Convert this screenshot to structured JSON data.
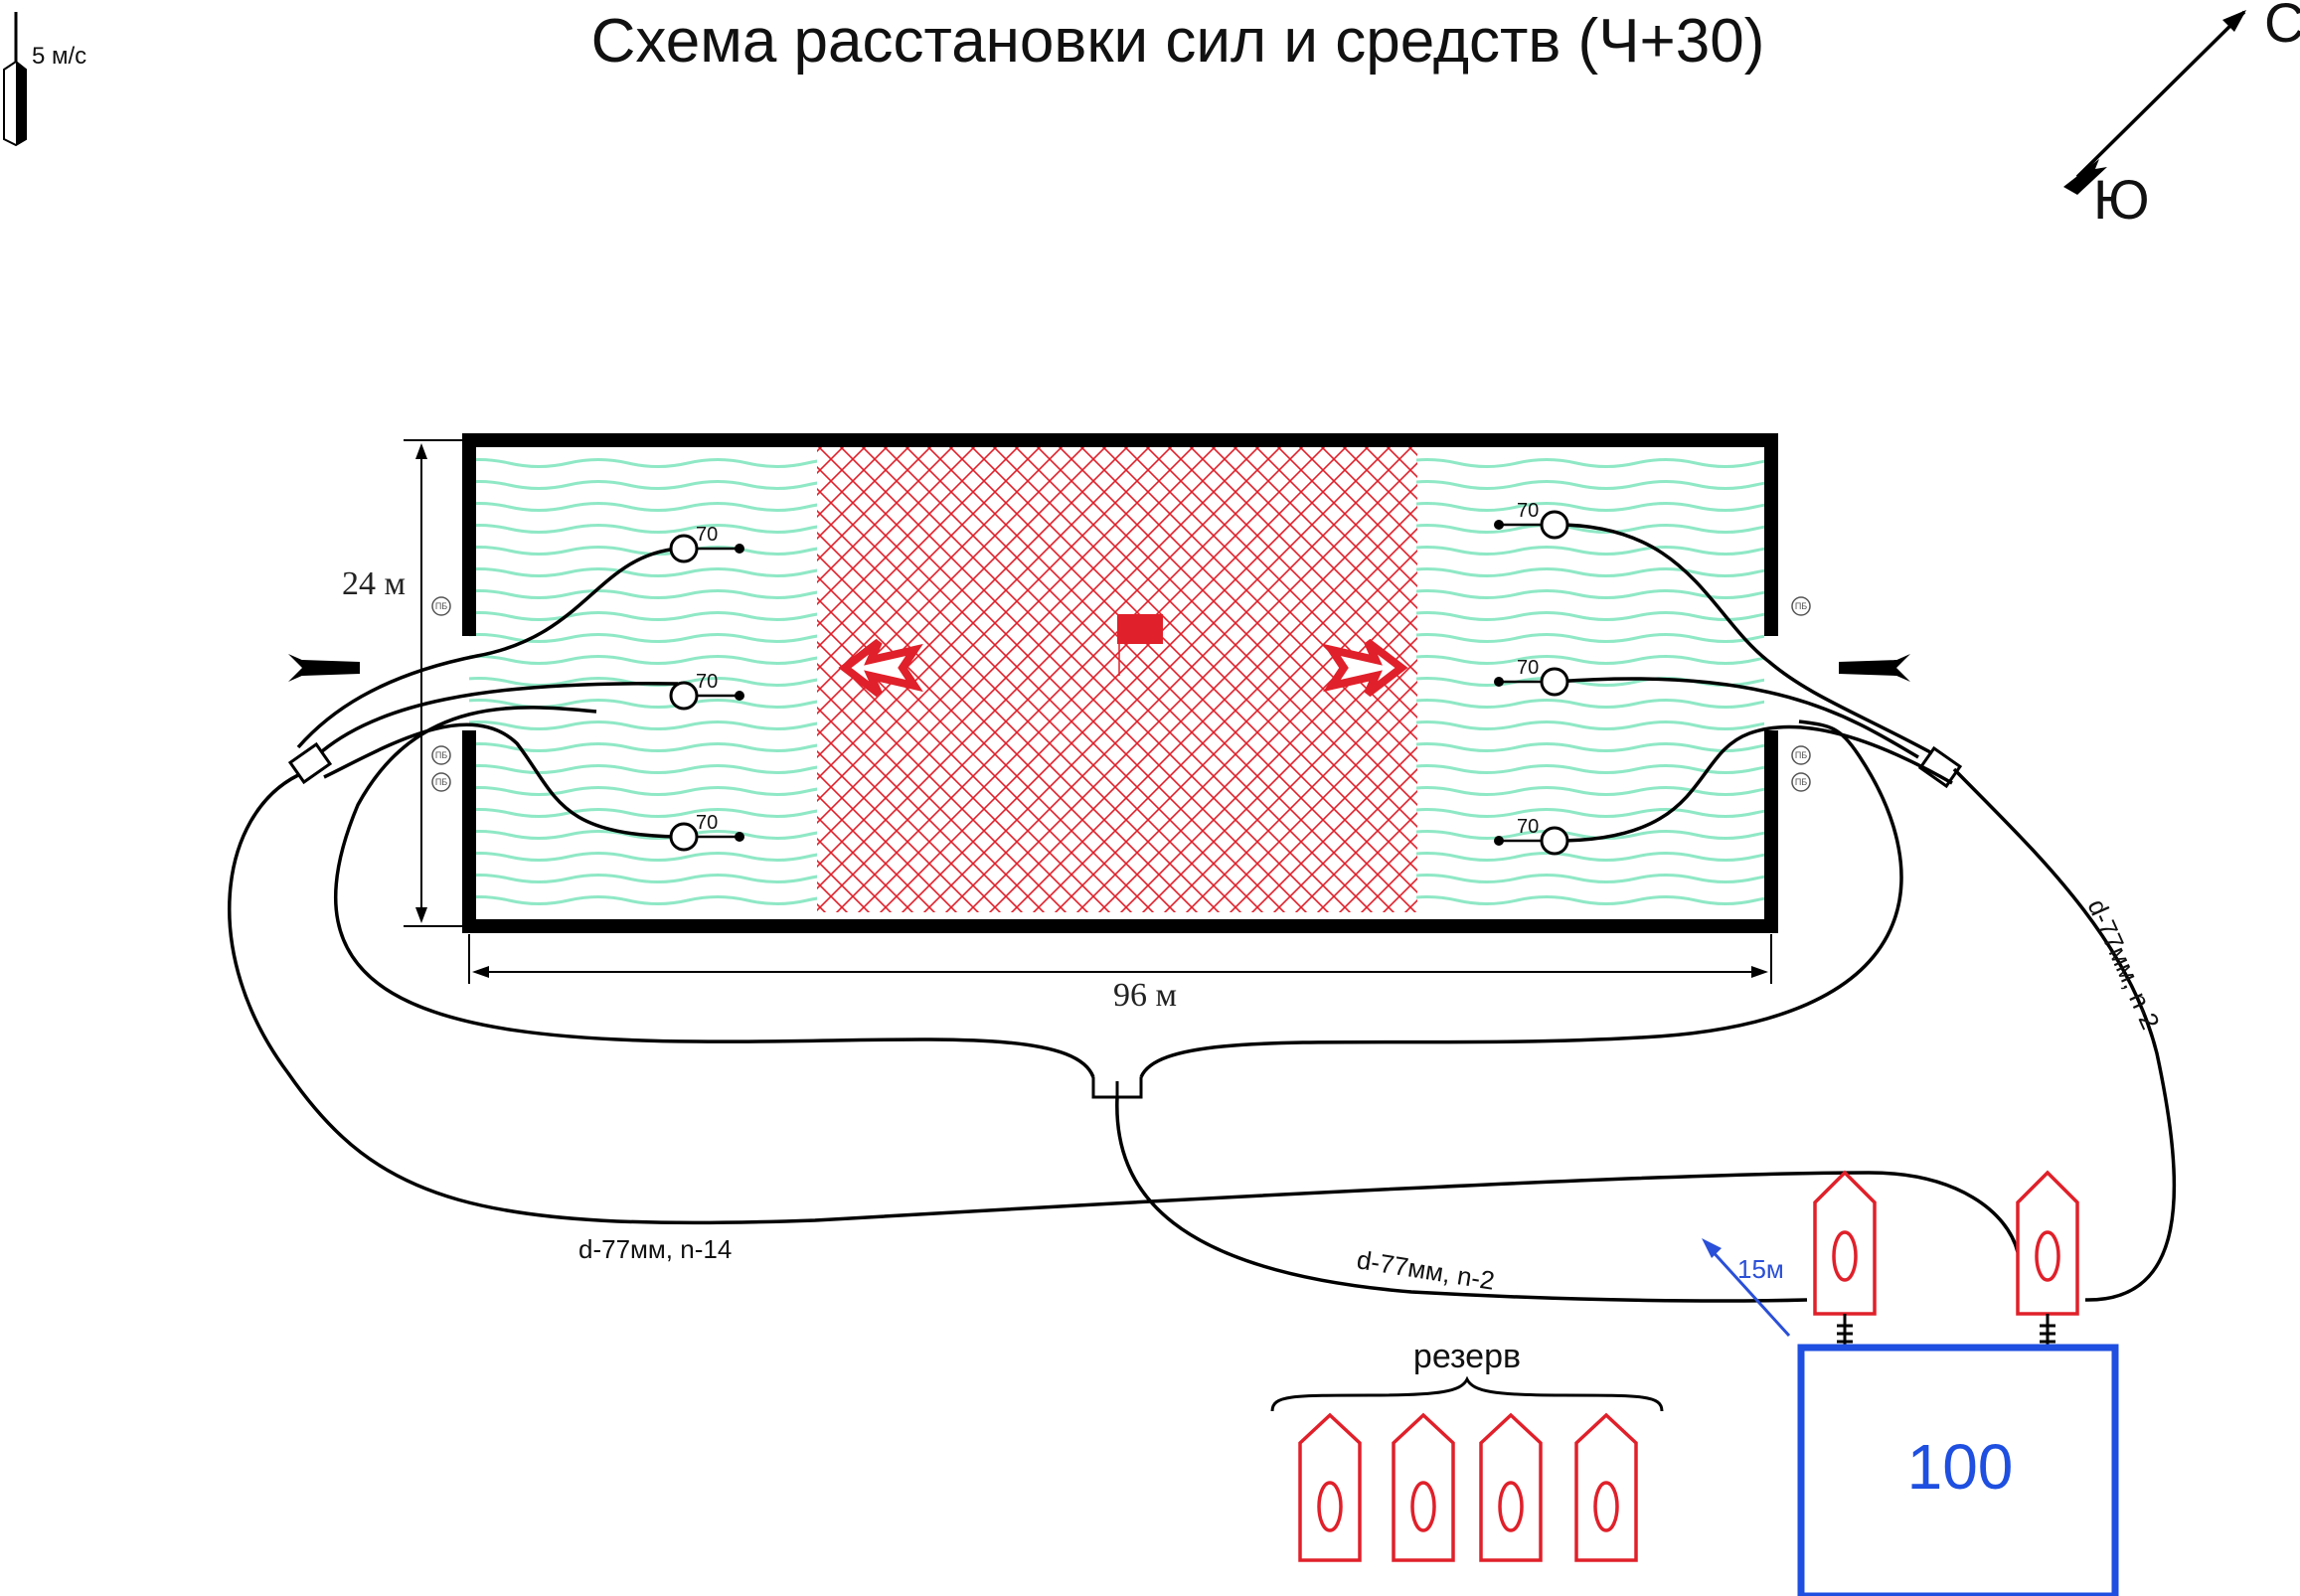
{
  "title": "Схема расстановки сил и средств (Ч+30)",
  "wind": {
    "label": "5 м/с"
  },
  "compass": {
    "north": "С",
    "south": "Ю"
  },
  "dimensions": {
    "height": "24 м",
    "width": "96 м"
  },
  "nozzles": [
    {
      "label": "70"
    },
    {
      "label": "70"
    },
    {
      "label": "70"
    },
    {
      "label": "70"
    },
    {
      "label": "70"
    },
    {
      "label": "70"
    }
  ],
  "hydrant_marks": [
    {
      "label": "ПБ"
    },
    {
      "label": "ПБ"
    },
    {
      "label": "ПБ"
    },
    {
      "label": "ПБ"
    },
    {
      "label": "ПБ"
    },
    {
      "label": "ПБ"
    }
  ],
  "hose_lines": [
    {
      "label": "d-77мм, n-14"
    },
    {
      "label": "d-77мм, n-2"
    },
    {
      "label": "d-77мм, n-2"
    }
  ],
  "distance": {
    "label": "15м"
  },
  "reserve": {
    "label": "резерв"
  },
  "water_source": {
    "label": "100"
  },
  "colors": {
    "fire": "#e0202a",
    "water_zone": "#8fe8c6",
    "source": "#1e4fe0",
    "distance_arrow": "#2a4fd8"
  }
}
